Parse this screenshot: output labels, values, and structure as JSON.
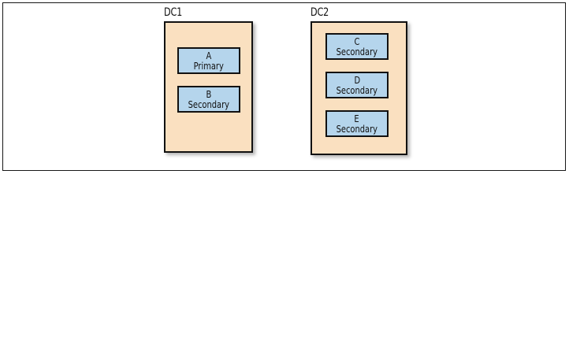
{
  "figure": {
    "frame_present": true,
    "background_color": "#ffffff",
    "border_color": "#171717"
  },
  "colors": {
    "datacenter_fill": "#fae0c0",
    "node_fill": "#b5d5ec",
    "stroke": "#111111",
    "shadow": "rgba(80,80,80,0.42)"
  },
  "datacenters": [
    {
      "label": "DC1",
      "nodes": [
        {
          "id": "A",
          "role": "Primary"
        },
        {
          "id": "B",
          "role": "Secondary"
        }
      ]
    },
    {
      "label": "DC2",
      "nodes": [
        {
          "id": "C",
          "role": "Secondary"
        },
        {
          "id": "D",
          "role": "Secondary"
        },
        {
          "id": "E",
          "role": "Secondary"
        }
      ]
    }
  ]
}
